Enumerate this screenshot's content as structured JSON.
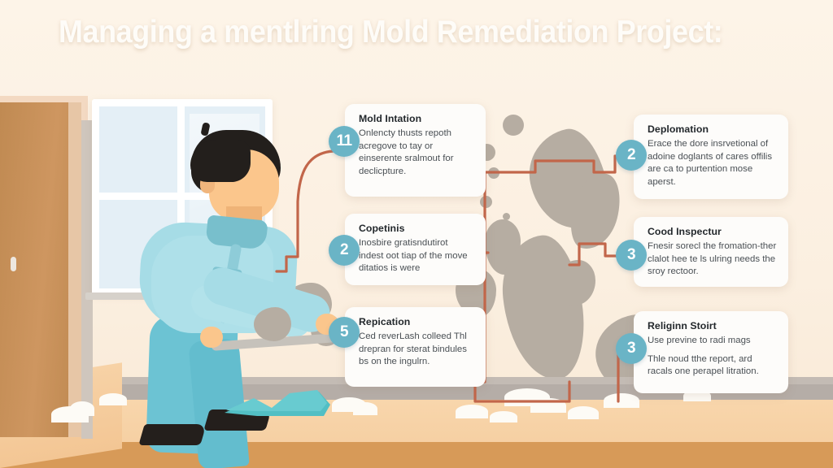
{
  "title": "Managing a mentlring Mold Remediation Project:",
  "palette": {
    "background": "#FBEFDF",
    "wall": "#FCF2E4",
    "floor": "#F8D6AC",
    "floor_edge": "#D79A58",
    "door": "#C8915B",
    "baseboard": "#B5ADA7",
    "badge_teal": "#6AB4C6",
    "connector": "#C2664A",
    "mold": "#B6ADA2",
    "uniform": "#A6DCE6",
    "hose": "#52BFC4",
    "card_bg": "#FDFCFA",
    "title_text": "#FEFCF8"
  },
  "scene": {
    "window_label": "room-window",
    "door_label": "room-door",
    "worker_label": "remediation-worker",
    "hose_label": "vacuum-hose",
    "mold_label": "mold-growth-patch",
    "debris_label": "debris-pile"
  },
  "cards": {
    "left": [
      {
        "badge": "11",
        "heading": "Mold Intation",
        "lines": [
          "Onlencty thusts repoth acregove to tay or einserente sralmout for declicpture."
        ]
      },
      {
        "badge": "2",
        "heading": "Copetinis",
        "lines": [
          "Inosbire gratisndutirot indest oot tiap of the move ditatios is were"
        ]
      },
      {
        "badge": "5",
        "heading": "Repication",
        "lines": [
          "Ced reverLash colleed Thl drepran for sterat bindules bs on the ingulrn."
        ]
      }
    ],
    "right": [
      {
        "badge": "2",
        "heading": "Deplomation",
        "lines": [
          "Erace the dore insrvetional of adoine doglants of cares offilis are ca to purtention mose aperst."
        ]
      },
      {
        "badge": "3",
        "heading": "Cood Inspectur",
        "lines": [
          "Fnesir sorecl the fromation-ther clalot hee te ls ulring needs the sroy rectoor."
        ]
      },
      {
        "badge": "3",
        "heading": "Religinn Stoirt",
        "lines": [
          "Use previne to radi mags",
          "Thle noud tthe report, ard racals one perapel litration."
        ]
      }
    ]
  }
}
